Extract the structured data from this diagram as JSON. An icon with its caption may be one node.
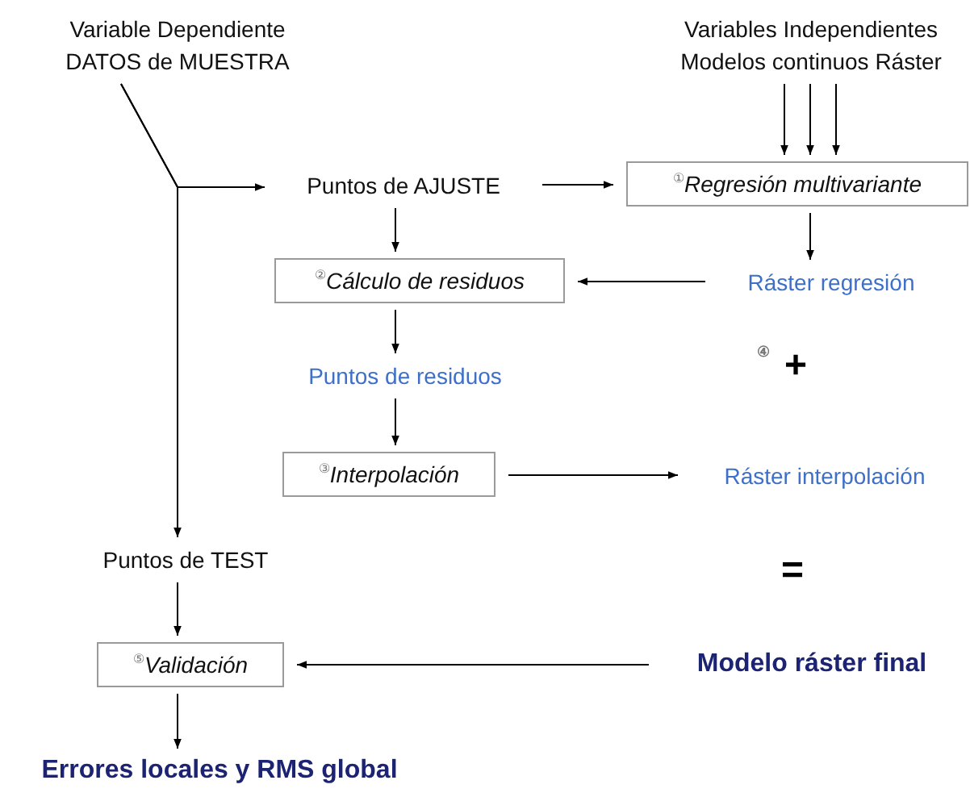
{
  "diagram": {
    "nodes": [
      {
        "text": [
          "Variable Dependiente DATOS de MUESTRA"
        ]
      },
      {
        "text": [
          "Variables Independientes Modelos continuos Ráster"
        ]
      },
      {
        "text": [
          "Puntos de AJUSTE"
        ]
      },
      {
        "text": [
          "$^{①}$Regresión multivariante"
        ]
      },
      {
        "text": [
          "$^{②}$Cálculo de residuos"
        ]
      },
      {
        "text": [
          "Ráster regresión"
        ]
      },
      {
        "text": [
          "Puntos de residuos"
        ]
      },
      {
        "text": [
          "$^{③}$Interpolación"
        ]
      },
      {
        "text": [
          "Ráster interpolación"
        ]
      },
      {
        "text": [
          "Puntos de TEST"
        ]
      },
      {
        "text": [
          "$^{⑤}$Validación"
        ]
      },
      {
        "text": [
          "Modelo ráster final"
        ]
      },
      {
        "text": [
          "Errores locales y RMS global"
        ]
      }
    ],
    "edges": [
      {
        "from": 0,
        "to": 2,
        "arrow": "to"
      },
      {
        "from": 0,
        "to": 9,
        "arrow": "to"
      },
      {
        "from": 1,
        "to": 3,
        "arrow": "to"
      },
      {
        "from": 1,
        "to": 3,
        "arrow": "to"
      },
      {
        "from": 1,
        "to": 3,
        "arrow": "to"
      },
      {
        "from": 2,
        "to": 3,
        "arrow": "to"
      },
      {
        "from": 2,
        "to": 4,
        "arrow": "to"
      },
      {
        "from": 3,
        "to": 5,
        "arrow": "to"
      },
      {
        "from": 5,
        "to": 4,
        "arrow": "to"
      },
      {
        "from": 4,
        "to": 6,
        "arrow": "to"
      },
      {
        "from": 6,
        "to": 7,
        "arrow": "to"
      },
      {
        "from": 7,
        "to": 8,
        "arrow": "to"
      },
      {
        "from": 9,
        "to": 10,
        "arrow": "to"
      },
      {
        "from": 11,
        "to": 10,
        "arrow": "to"
      },
      {
        "from": 10,
        "to": 12,
        "arrow": "to"
      }
    ],
    "labels": [
      "④",
      "+",
      "="
    ]
  }
}
